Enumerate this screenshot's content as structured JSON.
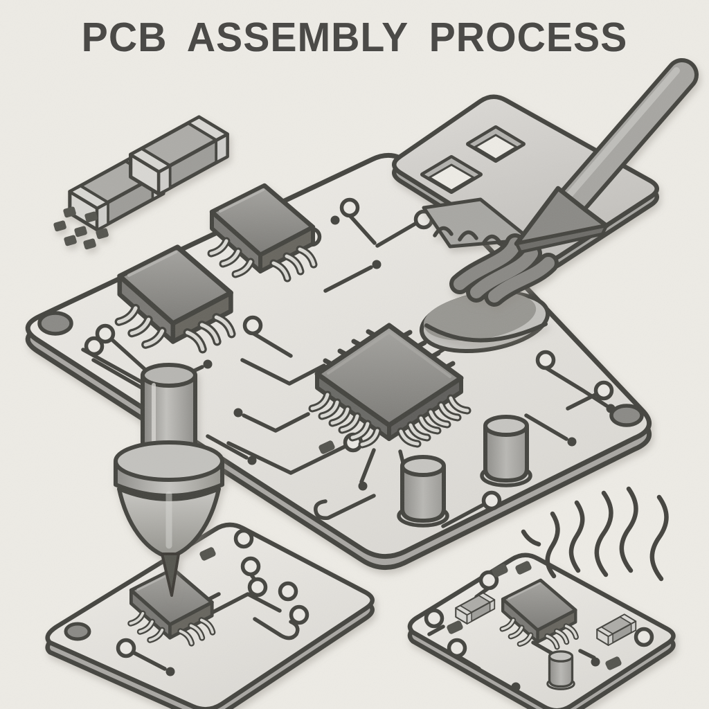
{
  "title": "PCB ASSEMBLY PROCESS",
  "palette": {
    "background": "#edebe5",
    "outline": "#45443f",
    "board_surface": "#eae8e3",
    "board_side": "#a9a7a3",
    "chip_body": "#8d8c88",
    "terminal_light": "#d9d8d3",
    "paste_gray": "#8a8985",
    "nozzle_gray": "#b5b4b0",
    "title_color": "#4b4a47"
  },
  "scene": {
    "elements": [
      "loose-smd-components",
      "fiducial-dots",
      "solder-paste-stencil",
      "stencil-apertures",
      "squeegee",
      "solder-paste-flow",
      "solder-paste-pool",
      "main-pcb",
      "qfp-chip",
      "soic-chips",
      "electrolytic-capacitors",
      "mounting-holes",
      "copper-traces",
      "vias",
      "pick-and-place-nozzle",
      "placement-pcb",
      "reflow-pcb",
      "heat-waves"
    ]
  }
}
